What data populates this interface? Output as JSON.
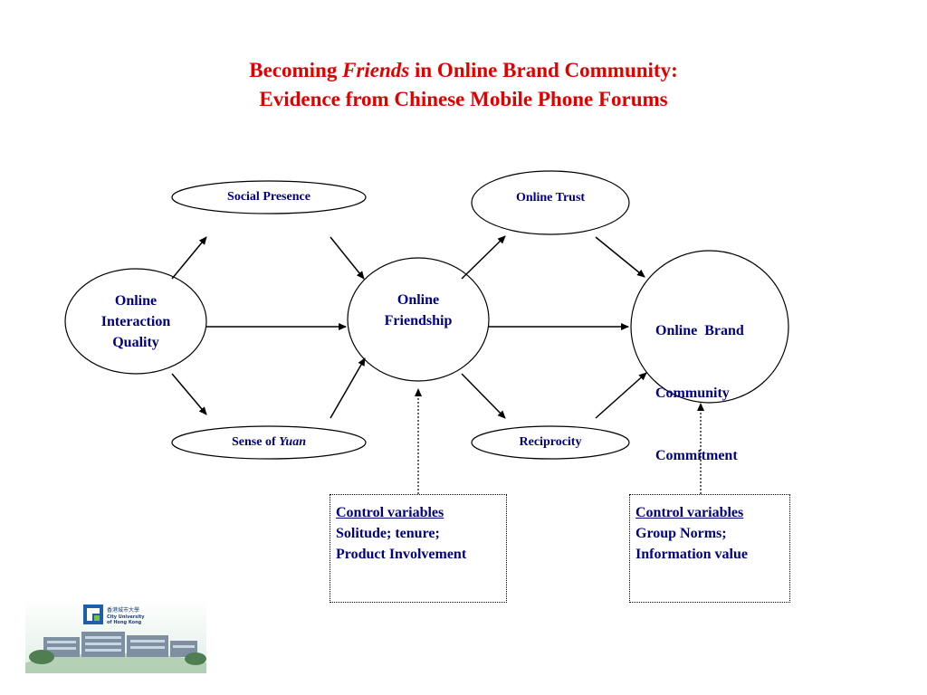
{
  "title": {
    "line1_prefix": "Becoming ",
    "line1_emph": "Friends",
    "line1_suffix": " in Online Brand Community:",
    "line2": "Evidence from Chinese Mobile Phone Forums"
  },
  "nodes": {
    "social_presence": "Social Presence",
    "online_trust": "Online Trust",
    "online_interaction_quality": [
      "Online",
      "Interaction",
      "Quality"
    ],
    "online_friendship": [
      "Online",
      "Friendship"
    ],
    "brand_community_commitment": [
      "Online  Brand",
      "Community",
      "Commitment"
    ],
    "sense_of_yuan_prefix": "Sense of ",
    "sense_of_yuan_emph": "Yuan",
    "reciprocity": "Reciprocity"
  },
  "controls": {
    "left": {
      "heading": "Control variables",
      "line1": "Solitude; tenure;",
      "line2": "Product Involvement"
    },
    "right": {
      "heading": "Control variables",
      "line1": "Group Norms;",
      "line2": "Information value"
    }
  },
  "logo": {
    "chinese": "香港城市大學",
    "english1": "City University",
    "english2": "of Hong Kong"
  },
  "colors": {
    "title": "#e00000",
    "label": "#000080"
  }
}
